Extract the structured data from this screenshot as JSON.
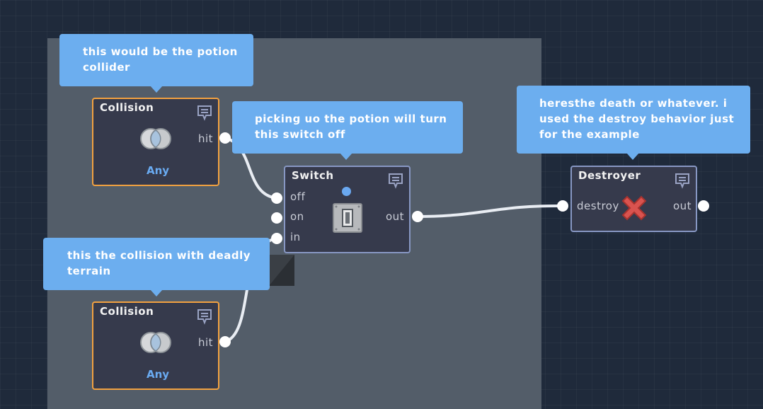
{
  "comments": {
    "potion_collider": "this would be the potion collider",
    "switch_note": "picking uo the potion will turn this switch off",
    "deadly_terrain": "this the collision with deadly terrain",
    "death_note": "heresthe death or whatever. i used the destroy behavior just for the example"
  },
  "nodes": {
    "collision_top": {
      "title": "Collision",
      "port_out": "hit",
      "filter": "Any"
    },
    "collision_bottom": {
      "title": "Collision",
      "port_out": "hit",
      "filter": "Any"
    },
    "switch": {
      "title": "Switch",
      "port_off": "off",
      "port_on": "on",
      "port_in": "in",
      "port_out": "out"
    },
    "destroyer": {
      "title": "Destroyer",
      "port_in": "destroy",
      "port_out": "out"
    }
  },
  "icons": {
    "comment": "comment-icon",
    "collision": "collision-icon",
    "switch": "toggle-switch-icon",
    "destroy": "red-x-icon"
  },
  "colors": {
    "background": "#1f2a3b",
    "group": "#535d69",
    "node_body": "#363a4c",
    "collision_border": "#f2a140",
    "switch_border": "#8797c3",
    "bubble": "#6caeef",
    "any_text": "#6aabf2",
    "wire": "#ffffff",
    "destroy_x": "#d9534f"
  }
}
